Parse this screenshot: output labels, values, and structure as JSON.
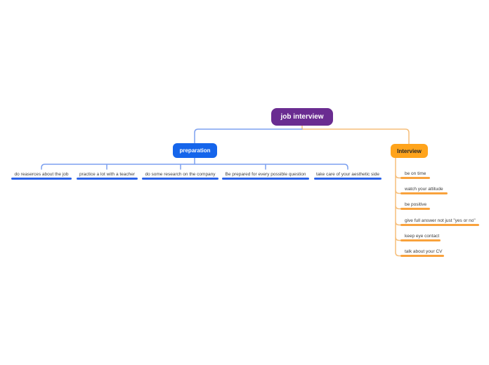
{
  "theme": {
    "canvas_bg": "#FFFFFF",
    "root_bg": "#6A2C91",
    "root_text": "#FFFFFF",
    "prep_bg": "#1565EB",
    "prep_text": "#FFFFFF",
    "interview_bg": "#FFA41C",
    "interview_text": "#262626",
    "blue_line": "#7DA1F0",
    "blue_bar": "#2A62E9",
    "orange_line": "#F6BE7A",
    "orange_bar": "#F9A23C",
    "leaf_text": "#3D3D3D"
  },
  "mindmap": {
    "root": {
      "label": "job interview",
      "color": "#6A2C91"
    },
    "branches": [
      {
        "label": "preparation",
        "color": "#1565EB",
        "children": [
          {
            "label": "do reaserces about the job"
          },
          {
            "label": "practice a lot with a teacher"
          },
          {
            "label": "do some research on the company"
          },
          {
            "label": "Be prepared for every possible question"
          },
          {
            "label": "take care of your aesthetic side"
          }
        ]
      },
      {
        "label": "Interview",
        "color": "#FFA41C",
        "children": [
          {
            "label": "be on time"
          },
          {
            "label": "watch your attitude"
          },
          {
            "label": "be positive"
          },
          {
            "label": "give full answer not just \"yes or no\""
          },
          {
            "label": "keep eye contact"
          },
          {
            "label": "talk about your CV"
          }
        ]
      }
    ]
  }
}
